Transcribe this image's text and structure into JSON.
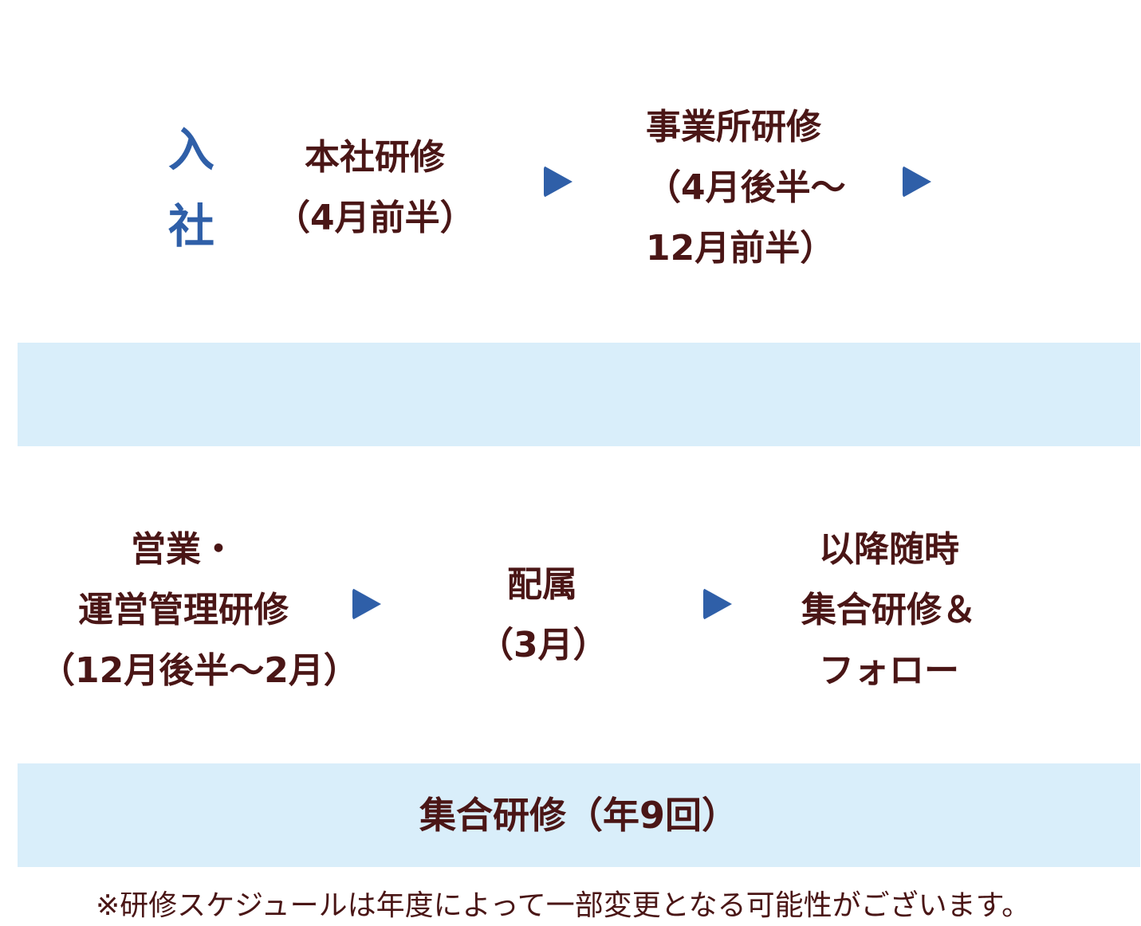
{
  "row1": {
    "start_label_line1": "入",
    "start_label_line2": "社",
    "step1": {
      "line1": "本社研修",
      "line2": "（4月前半）"
    },
    "step2": {
      "line1": "事業所研修",
      "line2": "（4月後半～",
      "line3": "12月前半）"
    }
  },
  "band1": {
    "label": ""
  },
  "row2": {
    "step1": {
      "line1": "営業・",
      "line2": "運営管理研修",
      "line3": "（12月後半～2月）"
    },
    "step2": {
      "line1": "配属",
      "line2": "（3月）"
    },
    "step3": {
      "line1": "以降随時",
      "line2": "集合研修＆",
      "line3": "フォロー"
    }
  },
  "band2": {
    "label": "集合研修（年9回）"
  },
  "note": "※研修スケジュールは年度によって一部変更となる可能性がございます。",
  "colors": {
    "accent": "#2f5fa8",
    "text": "#4a1616",
    "band": "#d9eefa"
  }
}
